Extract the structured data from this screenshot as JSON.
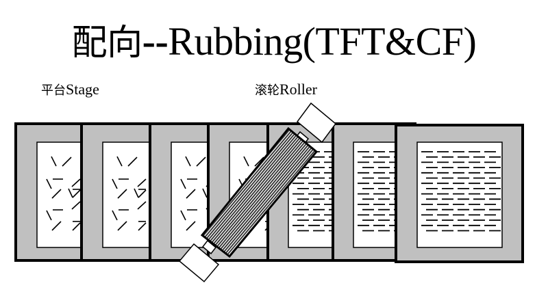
{
  "title": {
    "cn": "配向",
    "separator": "--",
    "en": "Rubbing(TFT&CF)"
  },
  "labels": {
    "stage": {
      "cn": "平台",
      "en": "Stage"
    },
    "roller": {
      "cn": "滚轮",
      "en": "Roller"
    }
  },
  "colors": {
    "frame_gray": "#c0c0c0",
    "outline": "#000000",
    "panel": "#ffffff",
    "roller_fill": "#555555"
  },
  "diagram": {
    "stages": [
      {
        "index": 1,
        "state": "random-orientation"
      },
      {
        "index": 2,
        "state": "random-orientation"
      },
      {
        "index": 3,
        "state": "random-orientation"
      },
      {
        "index": 4,
        "state": "random-orientation"
      },
      {
        "index": 5,
        "state": "aligned"
      },
      {
        "index": 6,
        "state": "aligned"
      },
      {
        "index": 7,
        "state": "aligned"
      }
    ],
    "roller": {
      "angle_deg": -50,
      "position": "over stages 4-5"
    }
  }
}
